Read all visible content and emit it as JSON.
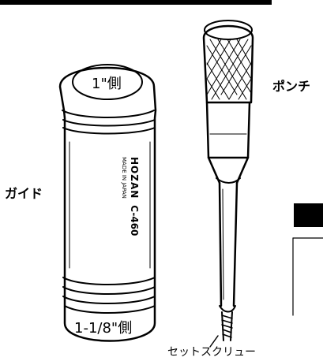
{
  "labels": {
    "punch": "ポンチ",
    "guide": "ガイド",
    "set_screw": "セットスクリュー",
    "side_top": "1\"側",
    "side_bottom": "1-1/8\"側"
  },
  "tool_markings": {
    "brand": "HOZAN",
    "model": "C-460",
    "origin": "MADE IN JAPAN"
  },
  "colors": {
    "line": "#000000",
    "background": "#ffffff"
  },
  "icons": [
    "guide-drawing",
    "punch-drawing",
    "knurled-handle",
    "set-screw-thread"
  ]
}
